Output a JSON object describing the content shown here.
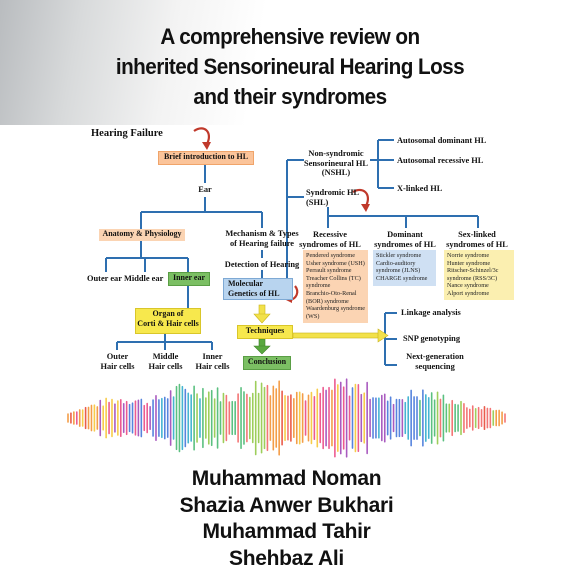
{
  "title": {
    "line1": "A comprehensive review on",
    "line2": "inherited Sensorineural Hearing Loss",
    "line3": "and their syndromes"
  },
  "diagram": {
    "hearing_failure": "Hearing Failure",
    "brief_intro": "Brief introduction to HL",
    "ear": "Ear",
    "anatomy": "Anatomy & Physiology",
    "mechanism_line1": "Mechanism & Types",
    "mechanism_line2": "of Hearing failure",
    "detection": "Detection of Hearing",
    "molecular_line1": "Molecular",
    "molecular_line2": "Genetics of HL",
    "outer_ear": "Outer ear",
    "middle_ear": "Middle ear",
    "inner_ear": "Inner ear",
    "organ_line1": "Organ of",
    "organ_line2": "Corti & Hair cells",
    "outer_hair_line1": "Outer",
    "outer_hair_line2": "Hair cells",
    "middle_hair_line1": "Middle",
    "middle_hair_line2": "Hair cells",
    "inner_hair_line1": "Inner",
    "inner_hair_line2": "Hair cells",
    "techniques": "Techniques",
    "conclusion": "Conclusion",
    "nonsyndromic_line1": "Non-syndromic",
    "nonsyndromic_line2": "Sensorineural HL",
    "nonsyndromic_line3": "(NSHL)",
    "syndromic_line1": "Syndromic HL",
    "syndromic_line2": "(SHL)",
    "autosomal_dominant": "Autosomal dominant HL",
    "autosomal_recessive": "Autosomal recessive HL",
    "x_linked": "X-linked HL",
    "recessive_line1": "Recessive",
    "recessive_line2": "syndromes of HL",
    "dominant_line1": "Dominant",
    "dominant_line2": "syndromes of HL",
    "sexlinked_line1": "Sex-linked",
    "sexlinked_line2": "syndromes of HL",
    "recessive_list": [
      "Pendered syndrome",
      "Usher syndrome (USH)",
      "Perrault syndrome",
      "Treacher Collins (TC)",
      "syndrome",
      "Branchio-Oto-Renal",
      "(BOR) syndrome",
      "Waardenburg syndrome",
      "(WS)"
    ],
    "dominant_list": [
      "Stickler syndrome",
      "Cardio-auditory",
      "syndrome (JLNS)",
      "CHARGE syndrome"
    ],
    "sexlinked_list": [
      "Norrie syndrome",
      "Hunter syndrome",
      "Ritscher-Schinzel/3c",
      "syndrome (RSS/3C)",
      "Nance syndrome",
      "Alport syndrome"
    ],
    "linkage": "Linkage analysis",
    "snp": "SNP genotyping",
    "nextgen_line1": "Next-generation",
    "nextgen_line2": "sequencing"
  },
  "authors": [
    "Muhammad Noman",
    "Shazia Anwer Bukhari",
    "Muhammad Tahir",
    "Shehbaz Ali"
  ],
  "colors": {
    "diagram_line": "#2e6fb0",
    "arrow_red": "#c0392b",
    "box_orange": "#fbc49a",
    "box_yellow": "#f7e84d",
    "box_green": "#7bbf63",
    "box_blue": "#b8d4ef"
  },
  "icons": [
    "curved-arrow-icon",
    "sound-wave-graphic"
  ]
}
